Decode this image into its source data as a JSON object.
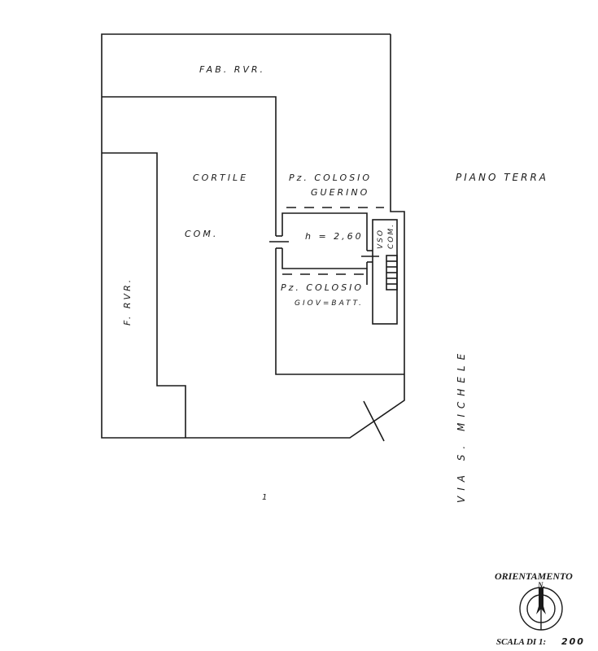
{
  "title": "PIANO TERRA",
  "labels": {
    "fab_rvr": "FAB. RVR.",
    "f_rvr": "F. RVR.",
    "cortile": "CORTILE",
    "com": "COM.",
    "owner_top_line1": "Pz. COLOSIO",
    "owner_top_line2": "GUERINO",
    "height": "h = 2,60",
    "uso_com_line1": "VSO",
    "uso_com_line2": "COM.",
    "owner_bottom_line1": "Pz. COLOSIO",
    "owner_bottom_line2": "GIOV=BATT.",
    "street": "VIA S. MICHELE",
    "mark": "1"
  },
  "legend": {
    "orientation_label": "ORIENTAMENTO",
    "north_label": "N.",
    "scale_label": "SCALA DI 1:",
    "scale_value": "200"
  }
}
